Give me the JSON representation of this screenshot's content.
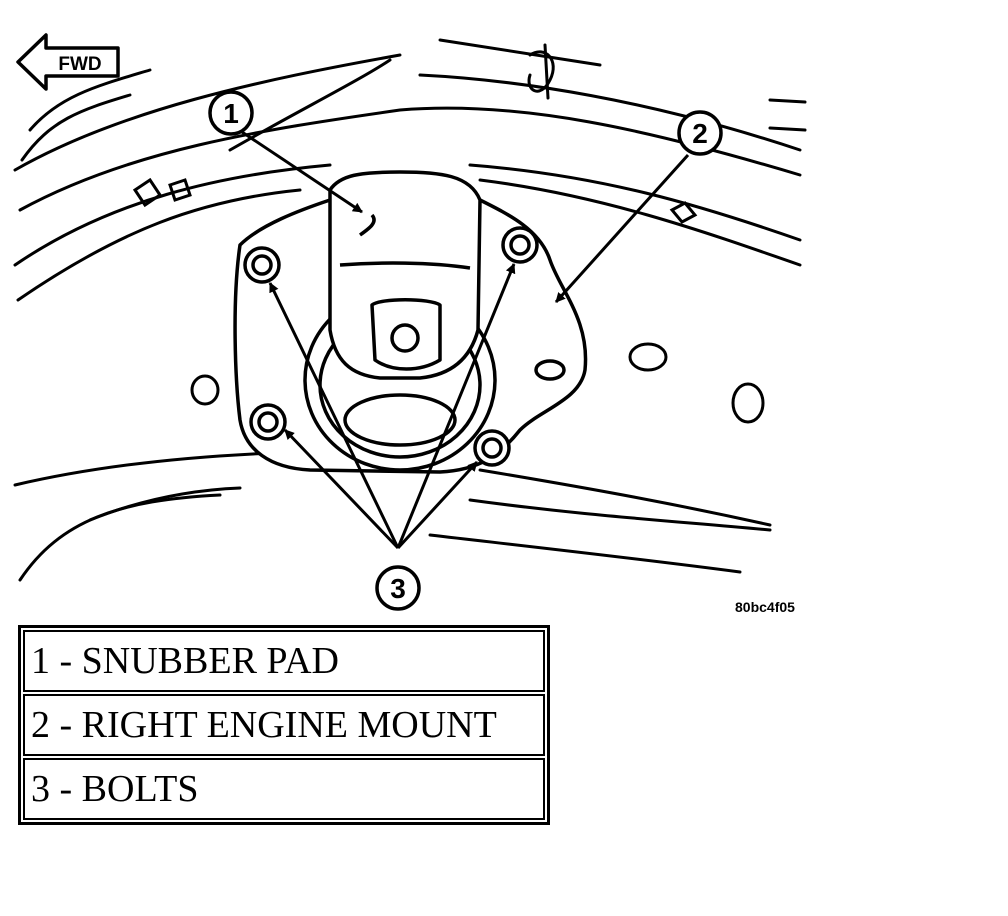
{
  "direction_label": "FWD",
  "callouts": [
    "1",
    "2",
    "3"
  ],
  "figure_code": "80bc4f05",
  "legend": [
    {
      "text": "1 - SNUBBER PAD"
    },
    {
      "text": "2 - RIGHT ENGINE MOUNT"
    },
    {
      "text": "3 - BOLTS"
    }
  ]
}
